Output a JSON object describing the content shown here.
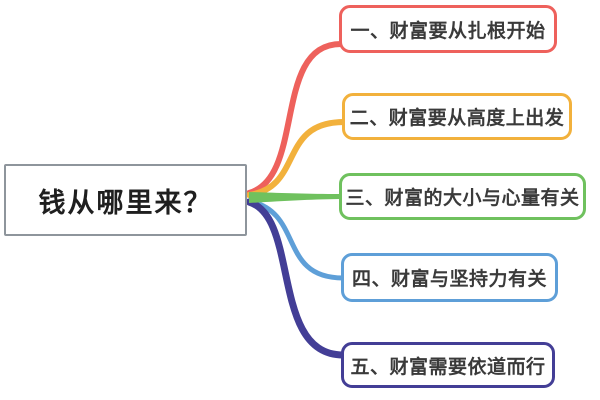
{
  "diagram": {
    "type": "mindmap",
    "background": "#ffffff",
    "root": {
      "label": "钱从哪里来？",
      "border_color": "#8e959c",
      "text_color": "#1f1f1f"
    },
    "branch_text_color": "#3a3a3a",
    "branches": [
      {
        "id": "branch-1",
        "label": "一、财富要从扎根开始",
        "color": "#ee615c"
      },
      {
        "id": "branch-2",
        "label": "二、财富要从高度上出发",
        "color": "#f2b13c"
      },
      {
        "id": "branch-3",
        "label": "三、财富的大小与心量有关",
        "color": "#6fc15e"
      },
      {
        "id": "branch-4",
        "label": "四、财富与坚持力有关",
        "color": "#5e9fd8"
      },
      {
        "id": "branch-5",
        "label": "五、财富需要依道而行",
        "color": "#433e96"
      }
    ]
  }
}
